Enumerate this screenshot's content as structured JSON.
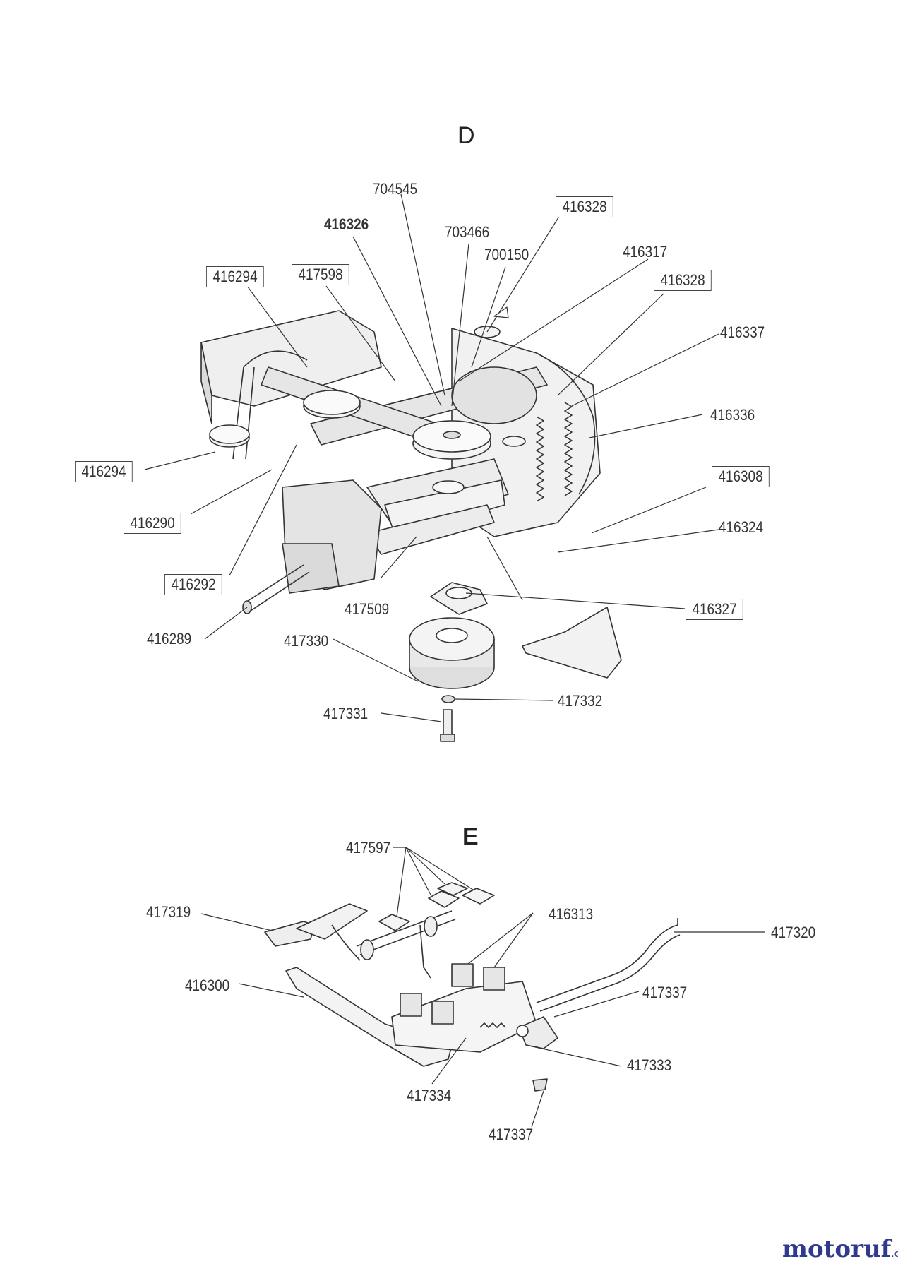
{
  "sections": {
    "d": "D",
    "e": "E"
  },
  "labels_d": {
    "p704545": "704545",
    "p416326": "416326",
    "p703466": "703466",
    "p700150": "700150",
    "p416328a": "416328",
    "p416317": "416317",
    "p416328b": "416328",
    "p416294a": "416294",
    "p417598": "417598",
    "p416337": "416337",
    "p416336": "416336",
    "p416294b": "416294",
    "p416308": "416308",
    "p416290": "416290",
    "p416324": "416324",
    "p416292": "416292",
    "p417509": "417509",
    "p416327": "416327",
    "p416289": "416289",
    "p417330": "417330",
    "p417332": "417332",
    "p417331": "417331"
  },
  "labels_e": {
    "p417597": "417597",
    "p417319": "417319",
    "p416313": "416313",
    "p417320": "417320",
    "p416300": "416300",
    "p417337a": "417337",
    "p417333": "417333",
    "p417334": "417334",
    "p417337b": "417337"
  },
  "watermark": {
    "brand": "motoruf",
    "suffix": ".de"
  },
  "colors": {
    "line": "#333333",
    "part_fill": "#e9e9e9",
    "logo_m": "#2f3a8f",
    "logo_o": "#d33a2c",
    "logo_rest": "#2f3a8f"
  }
}
